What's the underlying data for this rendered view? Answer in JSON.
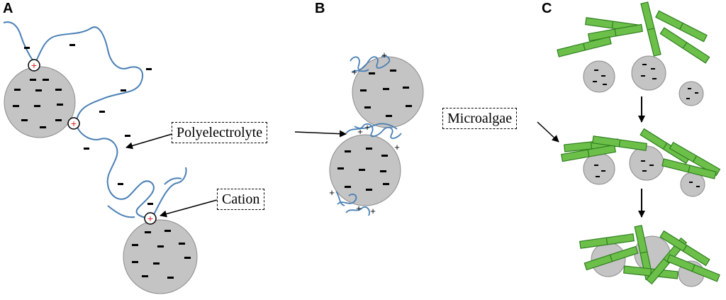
{
  "panels": {
    "a": "A",
    "b": "B",
    "c": "C"
  },
  "labels": {
    "polyelectrolyte": "Polyelectrolyte",
    "cation": "Cation",
    "microalgae": "Microalgae"
  },
  "colors": {
    "particle": "#c4c4c4",
    "particle_edge": "#8c8c8c",
    "polymer": "#4a7fb5",
    "algae_fill": "#6cc04a",
    "algae_edge": "#2e7d1e",
    "cation_plus": "#e02020"
  }
}
